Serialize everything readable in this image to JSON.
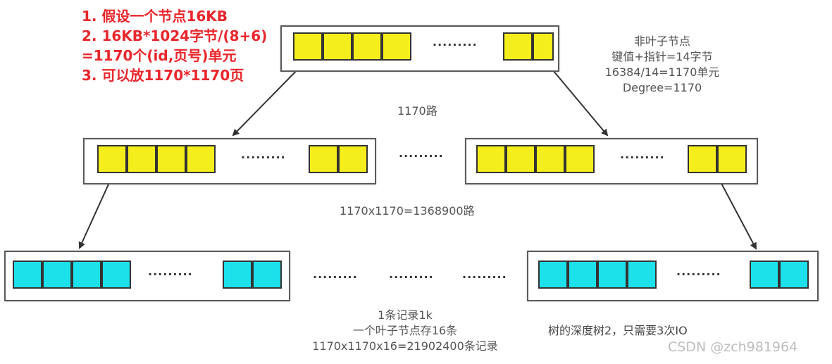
{
  "notes": [
    "1. 假设一个节点16KB",
    "2. 16KB*1024字节/(8+6)",
    "=1170个(id,页号)单元",
    "3. 可以放1170*1170页"
  ],
  "nonleaf_info": [
    "非叶子节点",
    "键值+指针=14字节",
    "16384/14=1170单元",
    "Degree=1170"
  ],
  "level1_paths": "1170路",
  "level2_paths": "1170x1170=1368900路",
  "leaf_info": [
    "1条记录1k",
    "一个叶子节点存16条",
    "1170x1170x16=21902400条记录"
  ],
  "depth_info": "树的深度树2，只需要3次IO",
  "ellipsis": "·········",
  "watermark": "CSDN @zch981964",
  "colors": {
    "nonleaf_cell": "#f4ee1c",
    "leaf_cell": "#1ce0ea",
    "note_text": "#e8262c"
  }
}
